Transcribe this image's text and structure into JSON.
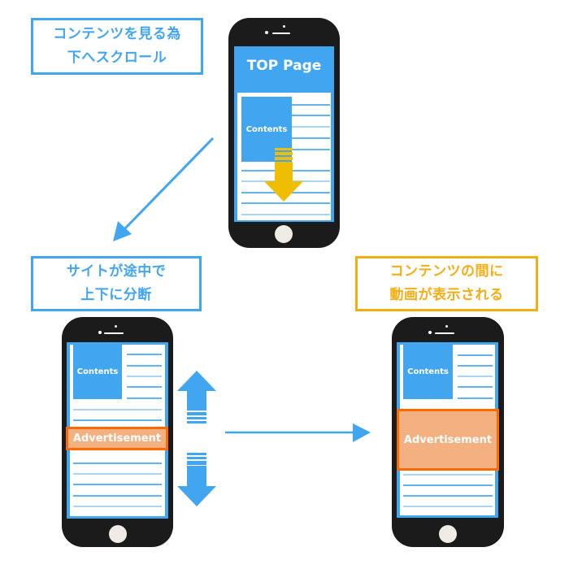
{
  "labels": {
    "scroll_down": {
      "line1": "コンテンツを見る為",
      "line2": "下へスクロール"
    },
    "split": {
      "line1": "サイトが途中で",
      "line2": "上下に分断"
    },
    "video_between": {
      "line1": "コンテンツの間に",
      "line2": "動画が表示される"
    }
  },
  "phones": {
    "top": {
      "header": "TOP Page",
      "content_label": "Contents"
    },
    "left": {
      "content_label": "Contents",
      "ad_label": "Advertisement"
    },
    "right": {
      "content_label": "Contents",
      "ad_label": "Advertisement"
    }
  },
  "colors": {
    "accent_blue": "#42a5f0",
    "accent_orange": "#f5ad14",
    "scroll_arrow_yellow": "#f0be00",
    "ad_fill": "#f3b081",
    "ad_border": "#ff6a00",
    "phone_body": "#1b1b1b"
  },
  "icons": {
    "scroll_arrow": "arrow-down-icon",
    "flow_arrow_diagonal": "arrow-down-left-icon",
    "flow_arrow_right": "arrow-right-icon",
    "split_up": "arrow-up-icon",
    "split_down": "arrow-down-icon"
  }
}
